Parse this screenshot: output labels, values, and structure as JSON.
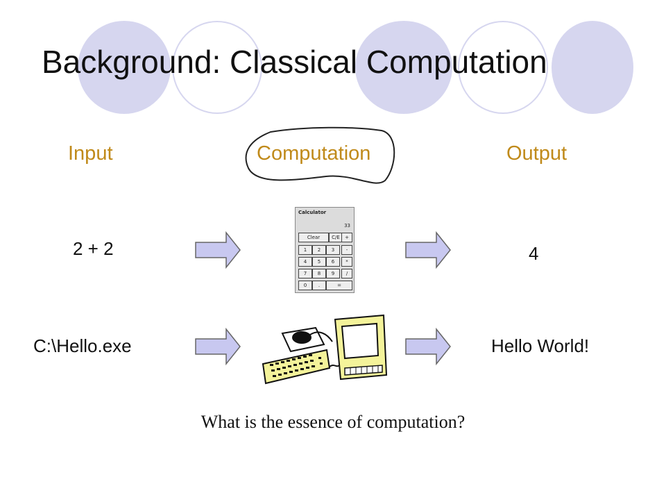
{
  "slide": {
    "title": "Background: Classical Computation",
    "question": "What is the essence of computation?"
  },
  "headers": {
    "input": "Input",
    "computation": "Computation",
    "output": "Output",
    "color": "#c08a1a"
  },
  "rows": [
    {
      "input": "2 + 2",
      "machine": "calculator-image",
      "output": "4"
    },
    {
      "input": "C:\\Hello.exe",
      "machine": "computer-image",
      "output": "Hello World!"
    }
  ],
  "calculator": {
    "title": "Calculator",
    "display": "33",
    "keys": [
      "Clear",
      "C/E",
      "+",
      "1",
      "2",
      "3",
      "-",
      "4",
      "5",
      "6",
      "*",
      "7",
      "8",
      "9",
      "/",
      "0",
      ".",
      "="
    ]
  },
  "colors": {
    "circle_fill": "#d6d6ef",
    "arrow_fill": "#c8c8f0",
    "computer_screen": "#f4f39a"
  }
}
